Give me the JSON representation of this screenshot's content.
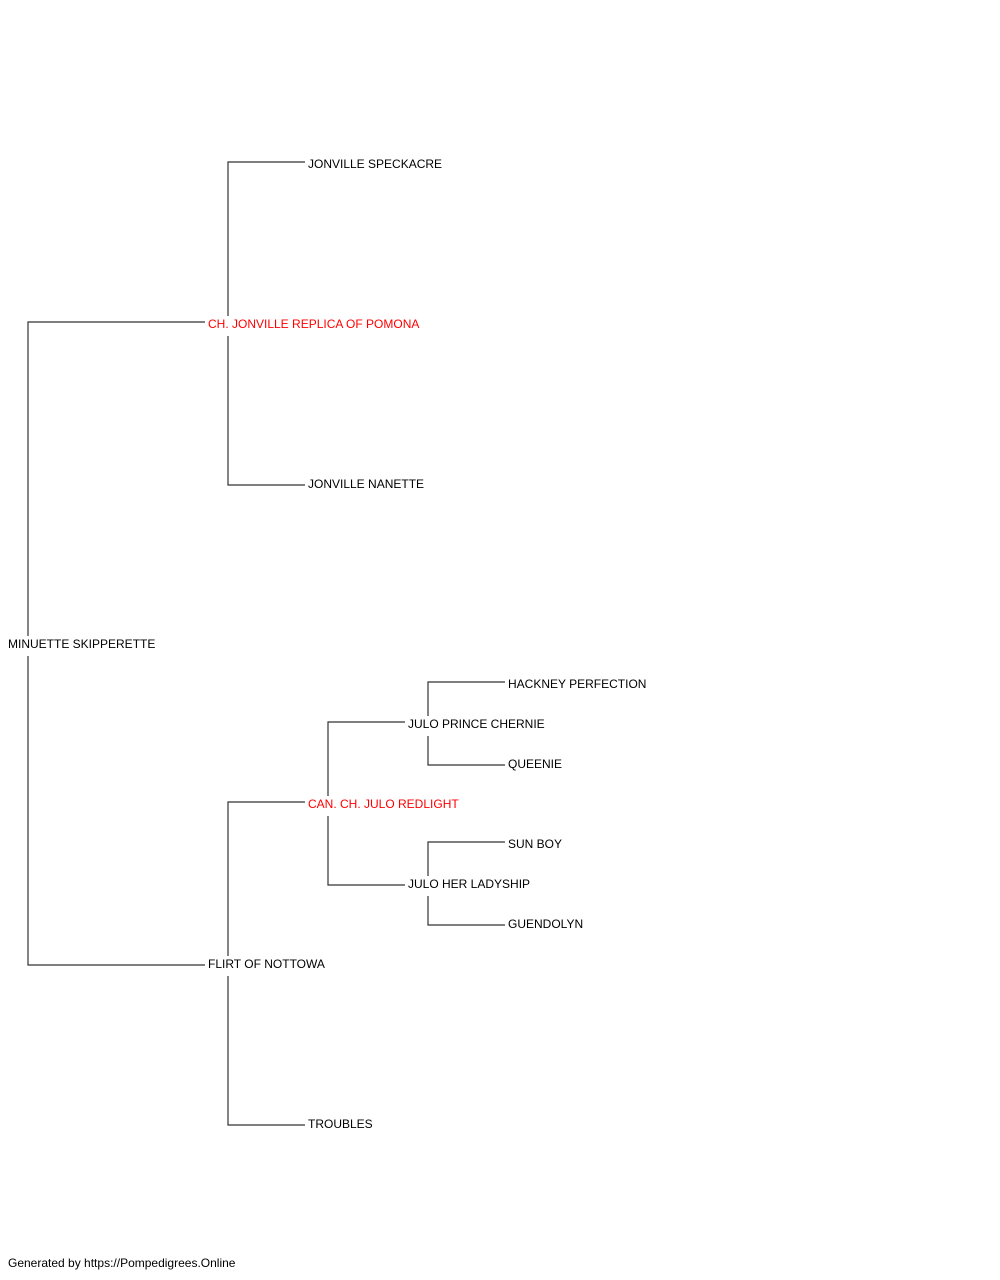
{
  "colors": {
    "line": "#333333",
    "text": "#000000",
    "champion": "#ff0000"
  },
  "pedigree": {
    "subject": {
      "name": "MINUETTE SKIPPERETTE"
    },
    "sire": {
      "name": "CH. JONVILLE REPLICA OF POMONA",
      "champion": true,
      "sire": {
        "name": "JONVILLE SPECKACRE"
      },
      "dam": {
        "name": "JONVILLE NANETTE"
      }
    },
    "dam": {
      "name": "FLIRT OF NOTTOWA",
      "sire": {
        "name": "CAN. CH. JULO REDLIGHT",
        "champion": true,
        "sire": {
          "name": "JULO PRINCE CHERNIE",
          "sire": {
            "name": "HACKNEY PERFECTION"
          },
          "dam": {
            "name": "QUEENIE"
          }
        },
        "dam": {
          "name": "JULO HER LADYSHIP",
          "sire": {
            "name": "SUN BOY"
          },
          "dam": {
            "name": "GUENDOLYN"
          }
        }
      },
      "dam": {
        "name": "TROUBLES"
      }
    }
  },
  "footer": {
    "text": "Generated by https://Pompedigrees.Online"
  }
}
